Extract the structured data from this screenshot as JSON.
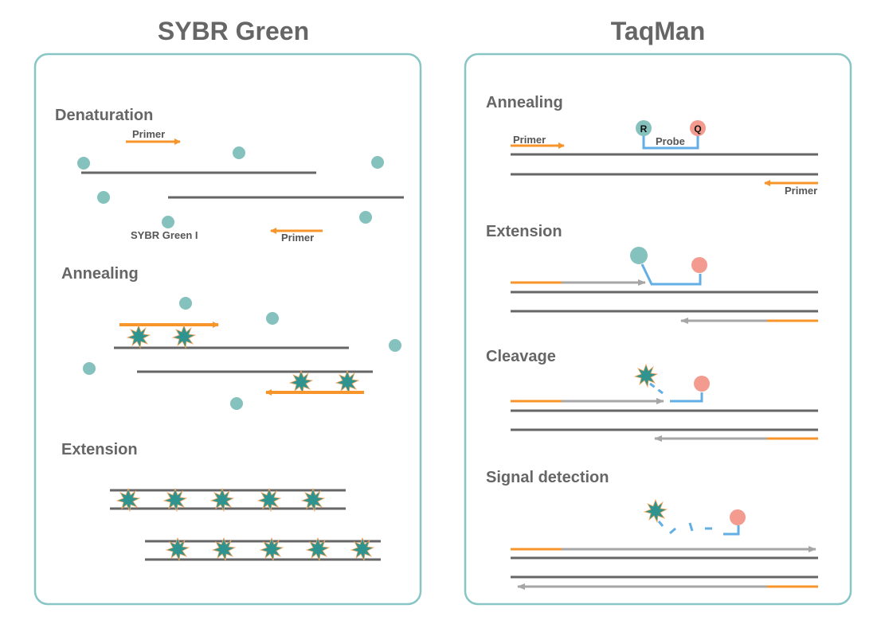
{
  "colors": {
    "panel_border": "#88c6c6",
    "dna": "#666666",
    "primer": "#f7952b",
    "dye": "#85c2bd",
    "fluor_star": "#2f9490",
    "star_edge": "#f5a55a",
    "probe": "#63aee4",
    "quencher": "#f29b8e",
    "extension": "#a6a6a6"
  },
  "panels": [
    {
      "title": "SYBR Green",
      "steps": [
        {
          "label": "Denaturation",
          "annotations": {
            "primer_fwd": "Primer",
            "primer_rev": "Primer",
            "dye": "SYBR Green I"
          }
        },
        {
          "label": "Annealing"
        },
        {
          "label": "Extension"
        }
      ]
    },
    {
      "title": "TaqMan",
      "steps": [
        {
          "label": "Annealing",
          "annotations": {
            "reporter": "R",
            "quencher": "Q",
            "probe": "Probe",
            "primer_fwd": "Primer",
            "primer_rev": "Primer"
          }
        },
        {
          "label": "Extension"
        },
        {
          "label": "Cleavage"
        },
        {
          "label": "Signal detection"
        }
      ]
    }
  ]
}
